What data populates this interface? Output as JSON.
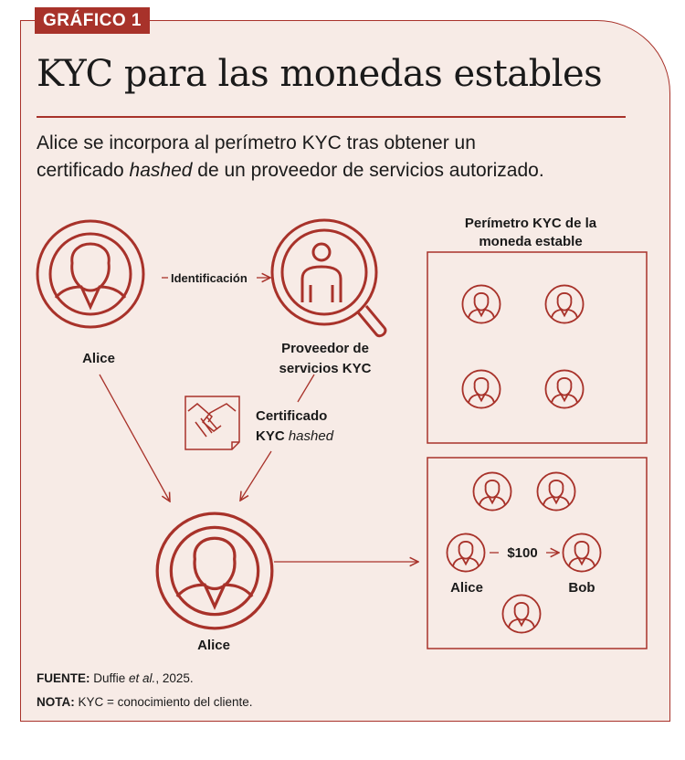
{
  "badge": "GRÁFICO 1",
  "title": "KYC para las monedas estables",
  "subtitle": {
    "line1": "Alice se incorpora al perímetro KYC tras obtener un",
    "line2_pre": "certificado ",
    "line2_italic": "hashed",
    "line2_post": " de un proveedor de servicios autorizado."
  },
  "diagram": {
    "alice_label": "Alice",
    "identification_label": "Identificación",
    "provider_label_1": "Proveedor de",
    "provider_label_2": "servicios KYC",
    "certificate_label_1": "Certificado",
    "certificate_label_2_pre": "KYC ",
    "certificate_label_2_italic": "hashed",
    "alice_bottom_label": "Alice",
    "perimeter_title_1": "Perímetro KYC de la",
    "perimeter_title_2": "moneda estable",
    "transfer_amount": "$100",
    "transfer_from": "Alice",
    "transfer_to": "Bob"
  },
  "footer": {
    "source_label": "FUENTE:",
    "source_pre": " Duffie ",
    "source_italic": "et al.",
    "source_post": ", 2025.",
    "note_label": "NOTA:",
    "note_text": " KYC = conocimiento del cliente."
  },
  "colors": {
    "accent": "#a8322a",
    "background": "#f7ebe6"
  }
}
